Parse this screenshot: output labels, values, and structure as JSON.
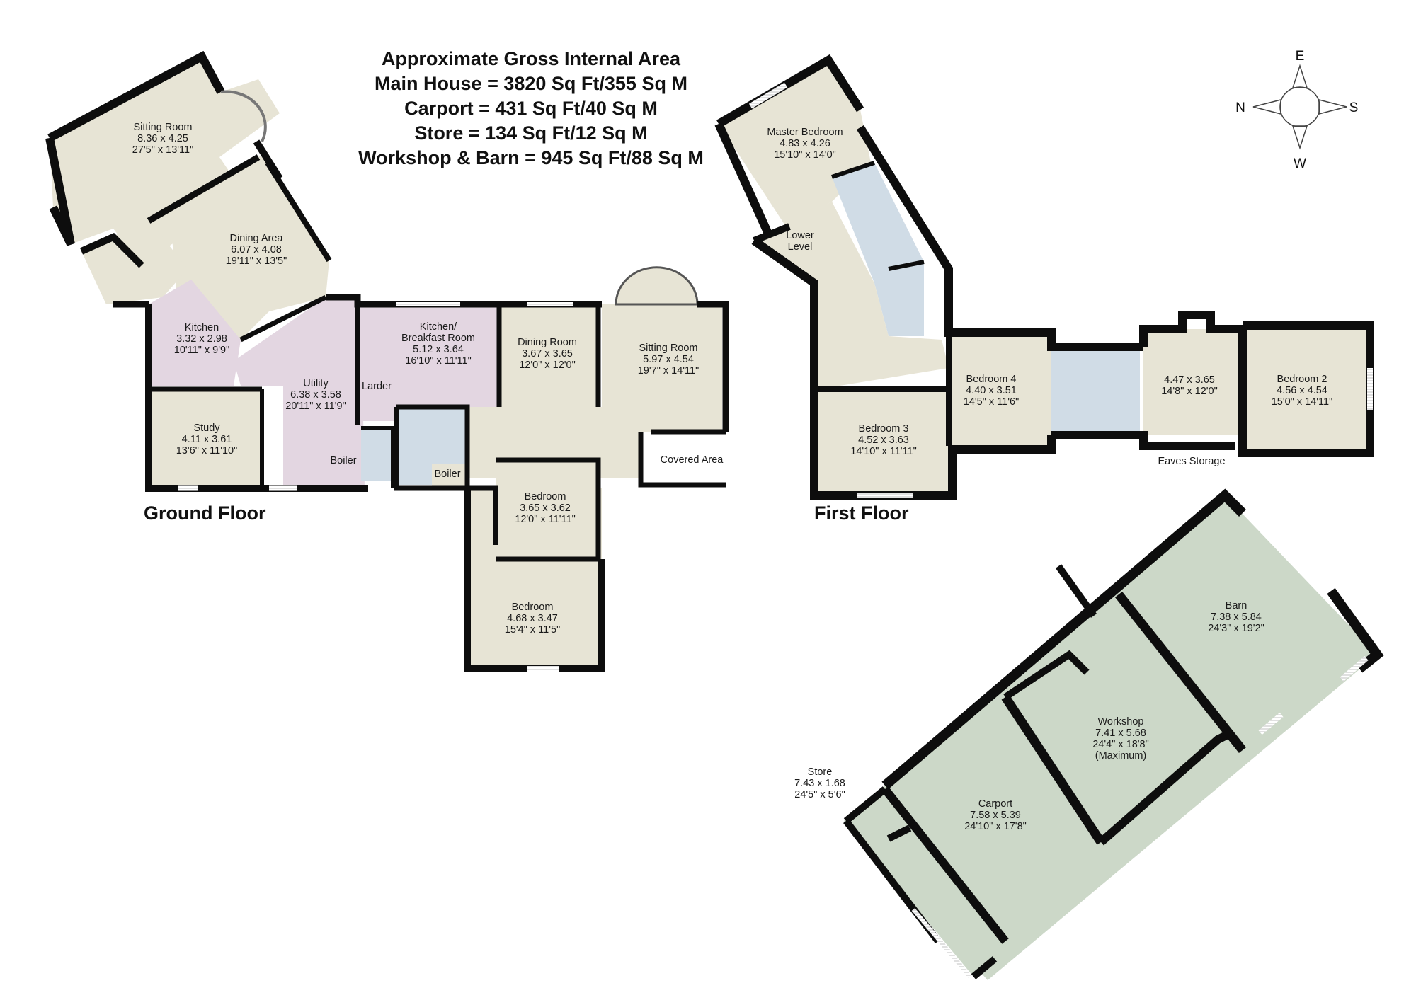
{
  "header": {
    "title": "Approximate Gross Internal Area",
    "areas": [
      "Main House = 3820 Sq Ft/355 Sq M",
      "Carport = 431 Sq Ft/40 Sq M",
      "Store = 134 Sq Ft/12 Sq M",
      "Workshop & Barn = 945 Sq Ft/88 Sq M"
    ]
  },
  "compass": {
    "north": "N",
    "east": "E",
    "south": "S",
    "west": "W",
    "icon": "compass-rose-icon"
  },
  "colors": {
    "beige": "#e7e4d5",
    "pink": "#e3d6e1",
    "blue": "#d0dce6",
    "green": "#ccd8c8",
    "wall": "#0d0d0d"
  },
  "ground_floor": {
    "label": "Ground Floor",
    "rooms": [
      {
        "name": "Sitting Room",
        "metric": "8.36 x 4.25",
        "imperial": "27'5\" x 13'11\""
      },
      {
        "name": "Dining Area",
        "metric": "6.07 x 4.08",
        "imperial": "19'11\" x 13'5\""
      },
      {
        "name": "Kitchen",
        "metric": "3.32 x 2.98",
        "imperial": "10'11\" x 9'9\""
      },
      {
        "name": "Kitchen/",
        "name2": "Breakfast Room",
        "metric": "5.12 x 3.64",
        "imperial": "16'10\" x 11'11\""
      },
      {
        "name": "Dining Room",
        "metric": "3.67 x 3.65",
        "imperial": "12'0\" x 12'0\""
      },
      {
        "name": "Sitting Room",
        "metric": "5.97 x 4.54",
        "imperial": "19'7\" x 14'11\""
      },
      {
        "name": "Utility",
        "metric": "6.38 x 3.58",
        "imperial": "20'11\" x 11'9\""
      },
      {
        "name": "Study",
        "metric": "4.11 x 3.61",
        "imperial": "13'6\" x 11'10\""
      },
      {
        "name": "Bedroom",
        "metric": "3.65 x 3.62",
        "imperial": "12'0\" x 11'11\""
      },
      {
        "name": "Bedroom",
        "metric": "4.68 x 3.47",
        "imperial": "15'4\" x 11'5\""
      }
    ],
    "labels": {
      "larder": "Larder",
      "boiler_1": "Boiler",
      "boiler_2": "Boiler",
      "covered_area": "Covered Area"
    }
  },
  "first_floor": {
    "label": "First Floor",
    "rooms": [
      {
        "name": "Master Bedroom",
        "metric": "4.83 x 4.26",
        "imperial": "15'10\" x 14'0\""
      },
      {
        "name": "Bedroom 4",
        "metric": "4.40 x 3.51",
        "imperial": "14'5\" x 11'6\""
      },
      {
        "name": "Bedroom 3",
        "metric": "4.52 x 3.63",
        "imperial": "14'10\" x 11'11\""
      },
      {
        "name": "",
        "metric": "4.47 x 3.65",
        "imperial": "14'8\" x 12'0\""
      },
      {
        "name": "Bedroom 2",
        "metric": "4.56 x 4.54",
        "imperial": "15'0\" x 14'11\""
      }
    ],
    "labels": {
      "lower_level_1": "Lower",
      "lower_level_2": "Level",
      "eaves_storage": "Eaves Storage"
    }
  },
  "outbuildings": {
    "rooms": [
      {
        "name": "Barn",
        "metric": "7.38 x 5.84",
        "imperial": "24'3\" x 19'2\""
      },
      {
        "name": "Workshop",
        "metric": "7.41 x 5.68",
        "imperial": "24'4\" x 18'8\"",
        "note": "(Maximum)"
      },
      {
        "name": "Carport",
        "metric": "7.58 x 5.39",
        "imperial": "24'10\" x 17'8\""
      },
      {
        "name": "Store",
        "metric": "7.43 x 1.68",
        "imperial": "24'5\" x 5'6\""
      }
    ]
  }
}
